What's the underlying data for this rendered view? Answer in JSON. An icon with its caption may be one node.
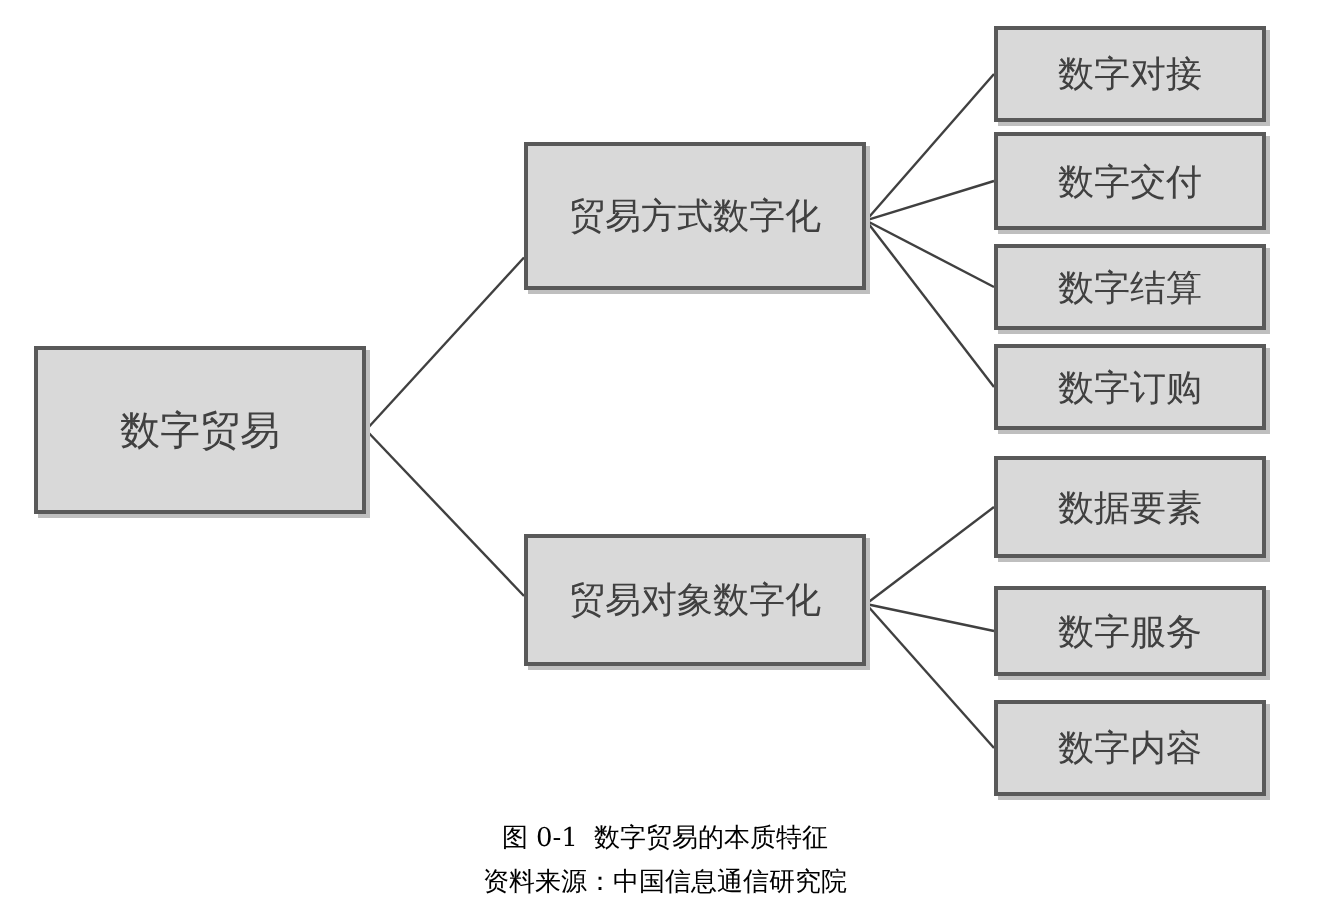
{
  "diagram": {
    "caption": "图 0-1  数字贸易的本质特征",
    "nodes": [
      {
        "text": [
          "数字贸易"
        ]
      },
      {
        "text": [
          "贸易方式数字化"
        ]
      },
      {
        "text": [
          "贸易对象数字化"
        ]
      },
      {
        "text": [
          "数字对接"
        ]
      },
      {
        "text": [
          "数字交付"
        ]
      },
      {
        "text": [
          "数字结算"
        ]
      },
      {
        "text": [
          "数字订购"
        ]
      },
      {
        "text": [
          "数据要素"
        ]
      },
      {
        "text": [
          "数字服务"
        ]
      },
      {
        "text": [
          "数字内容"
        ]
      }
    ],
    "edges": [
      {
        "from": 0,
        "to": 1,
        "arrow": "none"
      },
      {
        "from": 0,
        "to": 2,
        "arrow": "none"
      },
      {
        "from": 1,
        "to": 3,
        "arrow": "none"
      },
      {
        "from": 1,
        "to": 4,
        "arrow": "none"
      },
      {
        "from": 1,
        "to": 5,
        "arrow": "none"
      },
      {
        "from": 1,
        "to": 6,
        "arrow": "none"
      },
      {
        "from": 2,
        "to": 7,
        "arrow": "none"
      },
      {
        "from": 2,
        "to": 8,
        "arrow": "none"
      },
      {
        "from": 2,
        "to": 9,
        "arrow": "none"
      }
    ],
    "labels": [
      "资料来源：中国信息通信研究院"
    ]
  }
}
